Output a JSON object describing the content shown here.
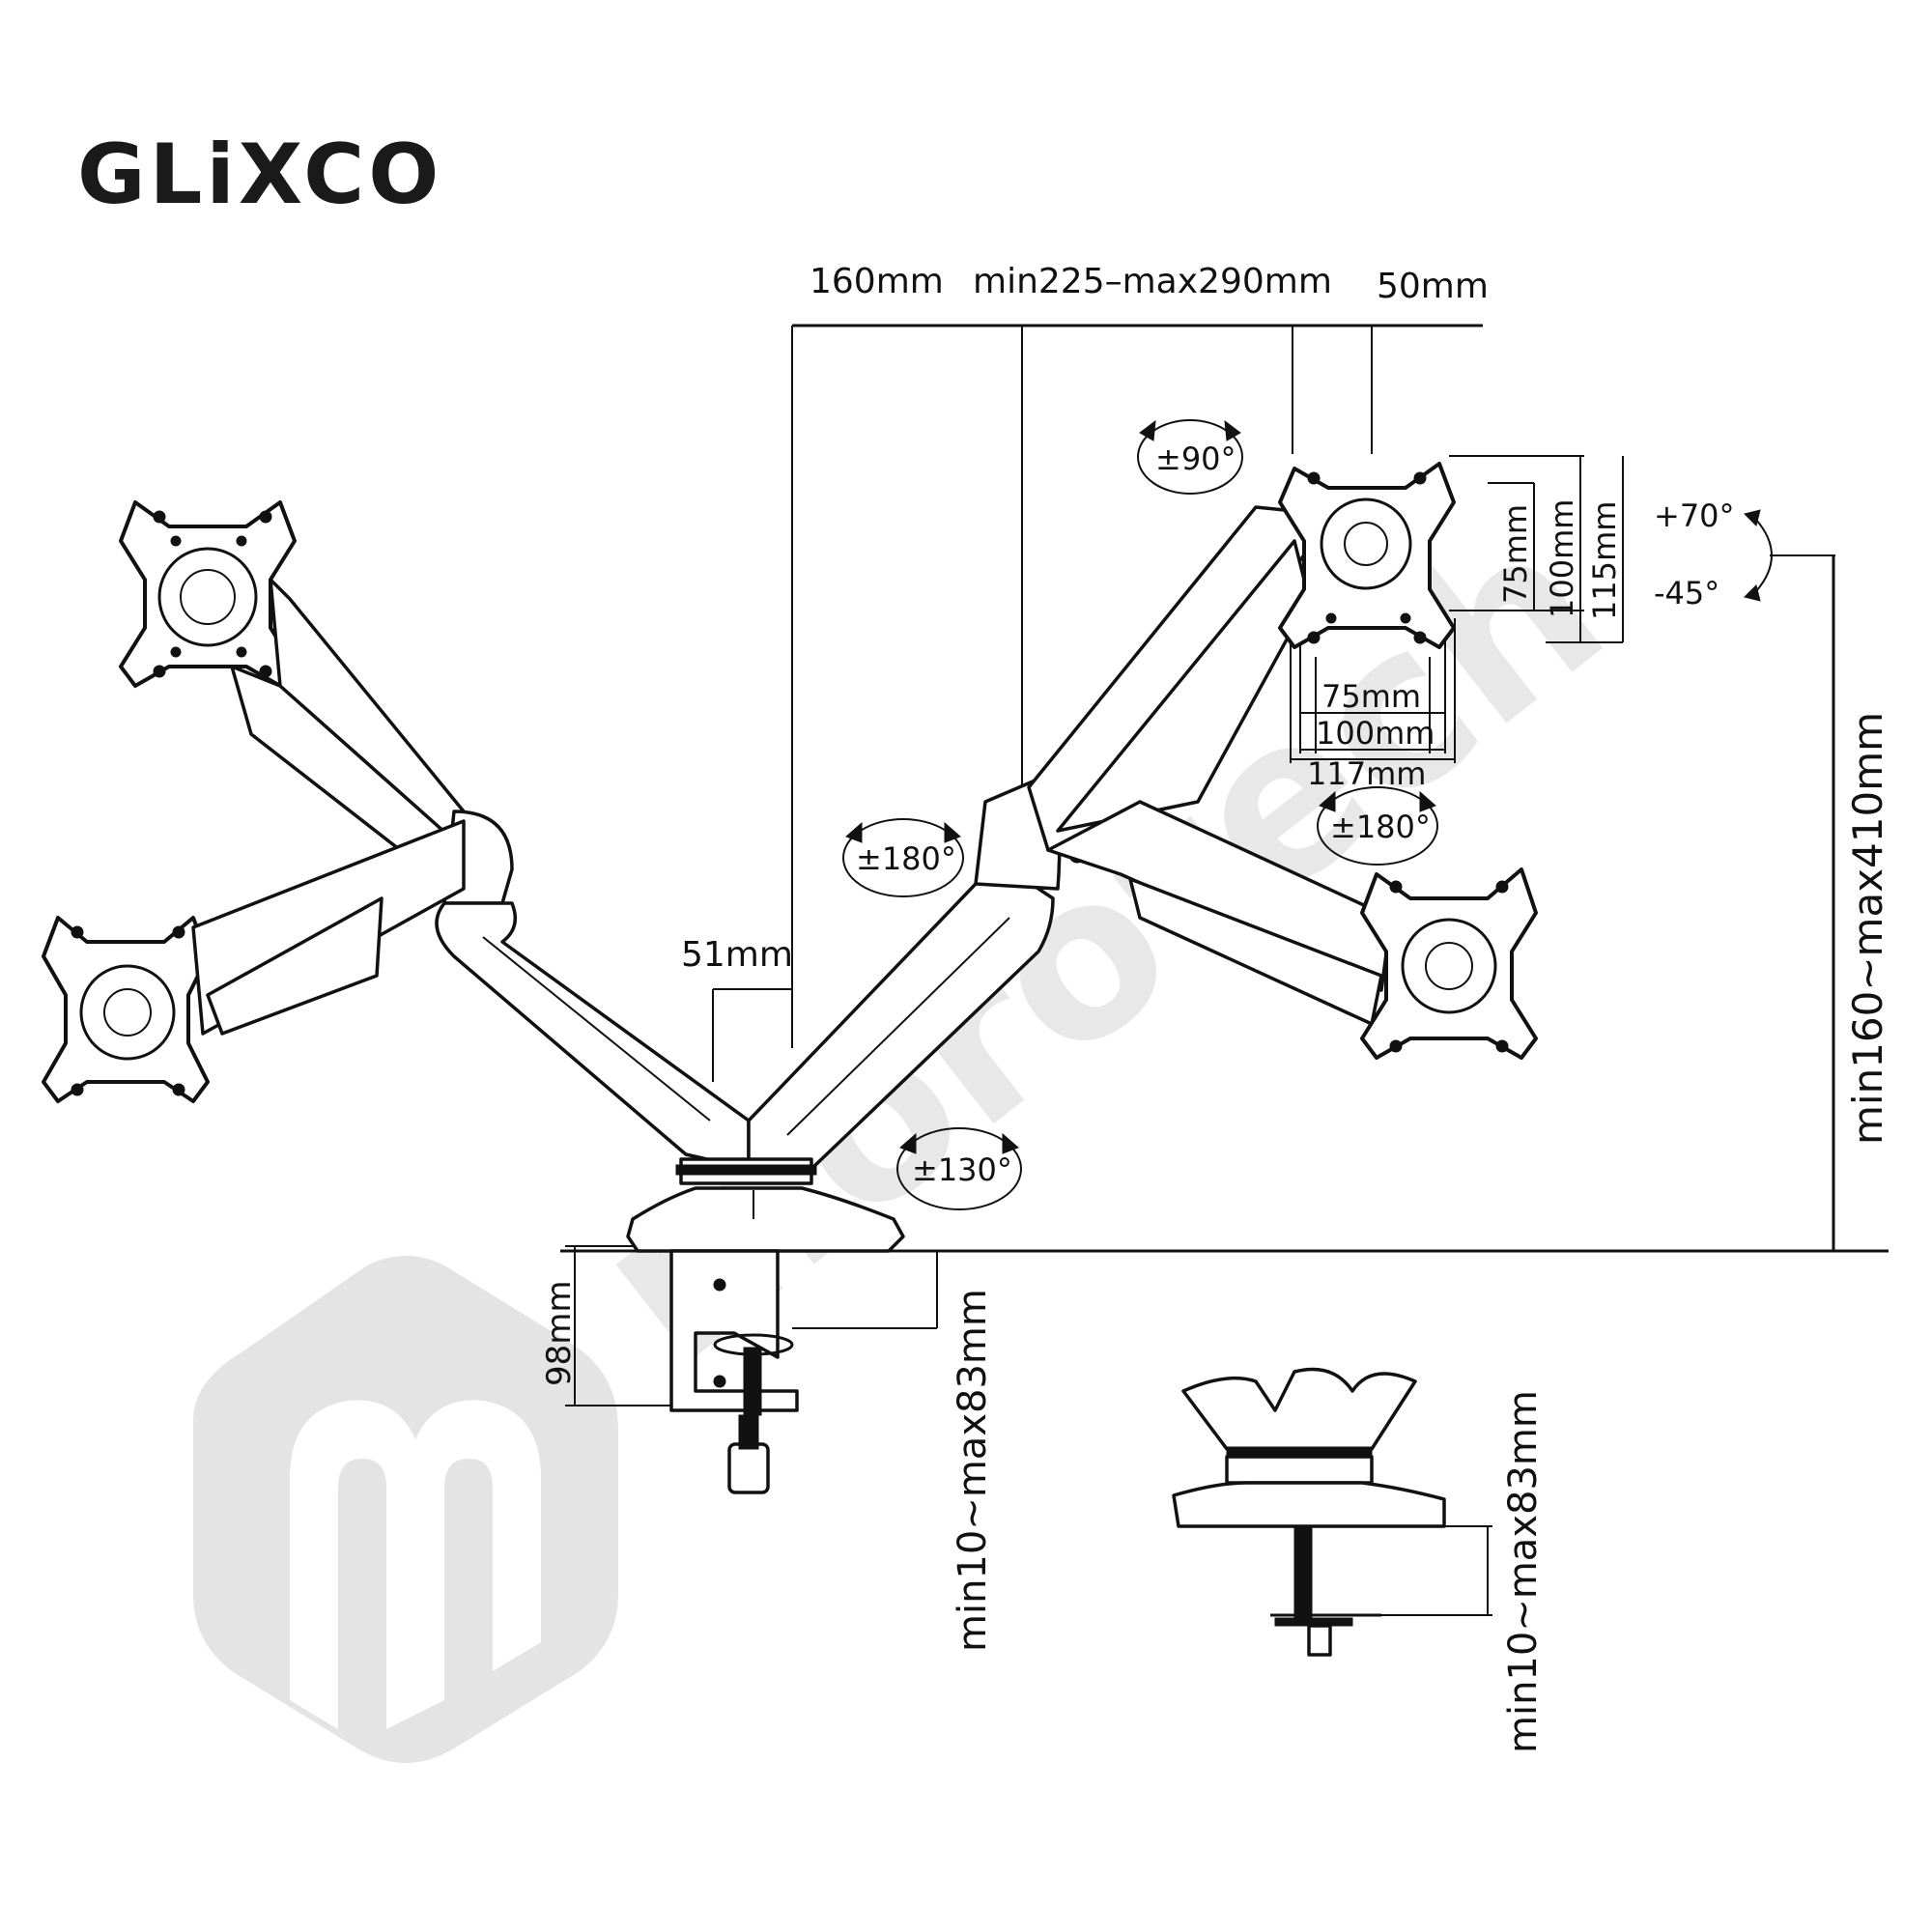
{
  "brand": {
    "logo_text": "GLiXCO"
  },
  "watermark": {
    "text": "morotech"
  },
  "colors": {
    "line": "#111111",
    "watermark": "#e4e4e4",
    "background": "#ffffff"
  },
  "dimensions": {
    "arm_offset": "160mm",
    "arm_reach": "min225–max290mm",
    "tilt_offset": "50mm",
    "pole_offset": "51mm",
    "base_height": "98mm",
    "clamp_range_main": "min10~max83mm",
    "clamp_range_detail": "min10~max83mm",
    "height_range": "min160~max410mm",
    "vesa_h_75": "75mm",
    "vesa_h_100": "100mm",
    "vesa_h_117": "117mm",
    "vesa_v_75": "75mm",
    "vesa_v_100": "100mm",
    "vesa_v_115": "115mm"
  },
  "angles": {
    "rotate_top": "±90°",
    "swivel_mid": "±180°",
    "swivel_plate": "±180°",
    "swivel_base": "±130°",
    "tilt_up": "+70°",
    "tilt_down": "-45°"
  }
}
